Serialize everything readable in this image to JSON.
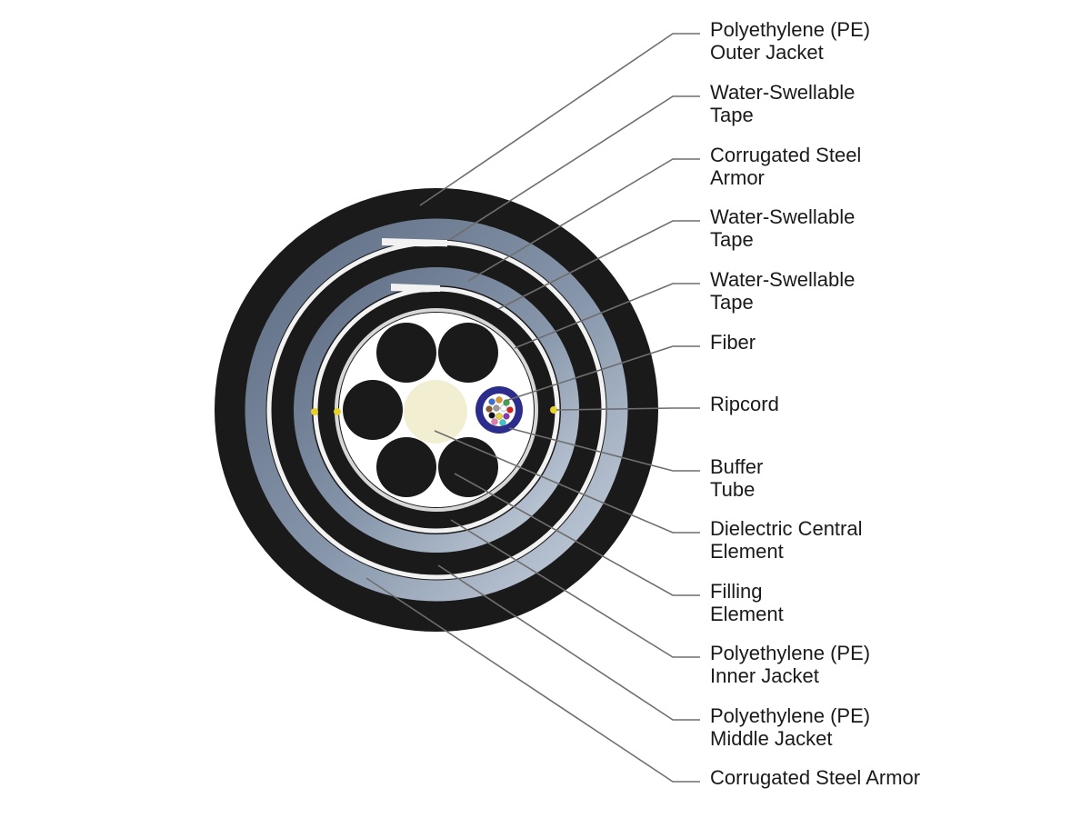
{
  "diagram": {
    "colors": {
      "jacket_black": "#1a1a1a",
      "armor_steel": "#6f7f94",
      "tape_white": "#f2f2f2",
      "central_element": "#f2eed2",
      "buffer_tube": "#2c2c8c",
      "ripcord": "#e6d22a",
      "leader_line": "#6e6e6e"
    },
    "fiber_colors": [
      "#3a6fd8",
      "#e0952a",
      "#3aa84a",
      "#8a5a2e",
      "#9a9a9a",
      "#ffffff",
      "#d42020",
      "#111111",
      "#e8d530",
      "#8a3aa8",
      "#e87ab0",
      "#3ac8c8"
    ],
    "labels": [
      {
        "id": "pe-outer-jacket",
        "lines": [
          "Polyethylene (PE)",
          "Outer Jacket"
        ]
      },
      {
        "id": "water-swellable-tape-1",
        "lines": [
          "Water-Swellable",
          "Tape"
        ]
      },
      {
        "id": "corrugated-steel-armor-inner",
        "lines": [
          "Corrugated Steel",
          "Armor"
        ]
      },
      {
        "id": "water-swellable-tape-2",
        "lines": [
          "Water-Swellable",
          "Tape"
        ]
      },
      {
        "id": "water-swellable-tape-3",
        "lines": [
          "Water-Swellable",
          "Tape"
        ]
      },
      {
        "id": "fiber",
        "lines": [
          "Fiber"
        ]
      },
      {
        "id": "ripcord",
        "lines": [
          "Ripcord"
        ]
      },
      {
        "id": "buffer-tube",
        "lines": [
          "Buffer",
          "Tube"
        ]
      },
      {
        "id": "dielectric-central-element",
        "lines": [
          "Dielectric Central",
          "Element"
        ]
      },
      {
        "id": "filling-element",
        "lines": [
          "Filling",
          "Element"
        ]
      },
      {
        "id": "pe-inner-jacket",
        "lines": [
          "Polyethylene (PE)",
          "Inner Jacket"
        ]
      },
      {
        "id": "pe-middle-jacket",
        "lines": [
          "Polyethylene (PE)",
          "Middle Jacket"
        ]
      },
      {
        "id": "corrugated-steel-armor-outer",
        "lines": [
          "Corrugated Steel Armor"
        ]
      }
    ]
  }
}
